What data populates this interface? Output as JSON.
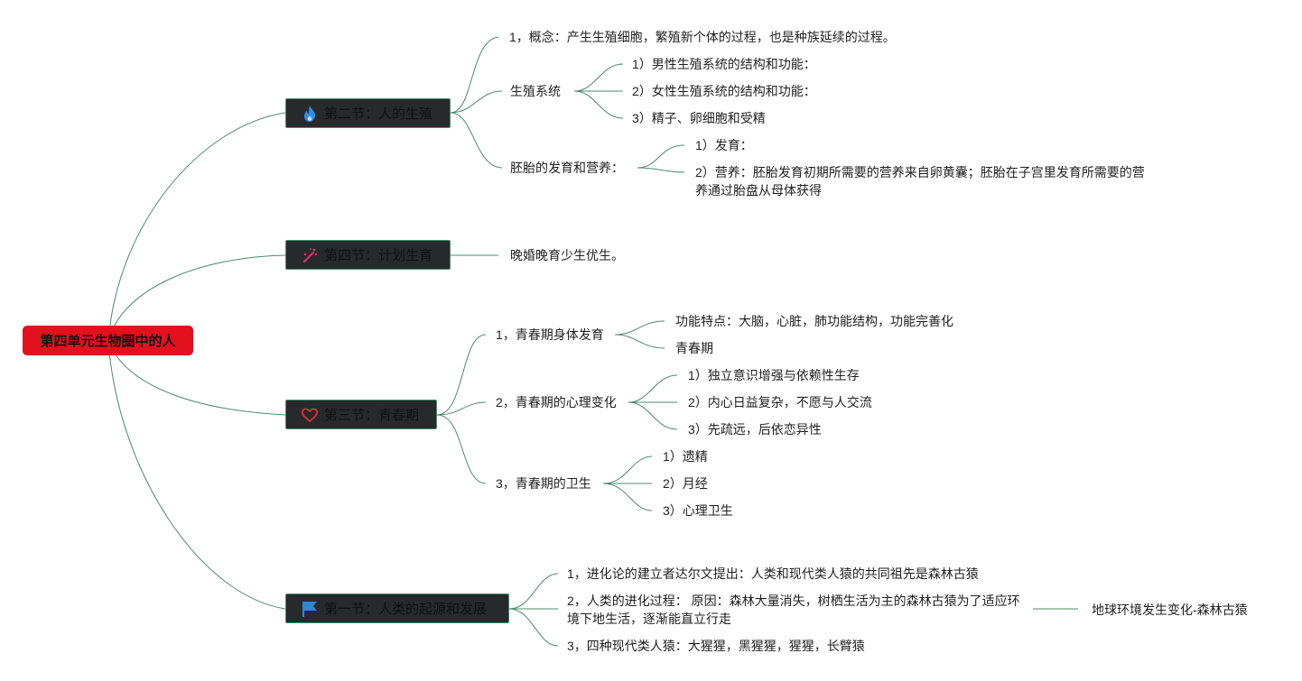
{
  "root": {
    "label": "第四单元生物圈中的人"
  },
  "sections": {
    "s2": {
      "label": "第二节：人的生殖",
      "concept": "1，概念：产生生殖细胞，繁殖新个体的过程，也是种族延续的过程。",
      "system": {
        "label": "生殖系统",
        "items": [
          "1）男性生殖系统的结构和功能：",
          "2）女性生殖系统的结构和功能：",
          "3）精子、卵细胞和受精"
        ]
      },
      "embryo": {
        "label": "胚胎的发育和营养：",
        "items": [
          "1）发育：",
          "2）营养：胚胎发育初期所需要的营养来自卵黄囊；胚胎在子宫里发育所需要的营养通过胎盘从母体获得"
        ]
      }
    },
    "s4": {
      "label": "第四节：计划生育",
      "note": "晚婚晚育少生优生。"
    },
    "s3": {
      "label": "第三节：青春期",
      "body": {
        "label": "1，青春期身体发育",
        "items": [
          "功能特点：大脑，心脏，肺功能结构，功能完善化",
          "青春期"
        ]
      },
      "mind": {
        "label": "2，青春期的心理变化",
        "items": [
          "1）独立意识增强与依赖性生存",
          "2）内心日益复杂，不愿与人交流",
          "3）先疏远，后依恋异性"
        ]
      },
      "hygiene": {
        "label": "3，青春期的卫生",
        "items": [
          "1）遗精",
          "2）月经",
          "3）心理卫生"
        ]
      }
    },
    "s1": {
      "label": "第一节：人类的起源和发展",
      "items": [
        "1，进化论的建立者达尔文提出：人类和现代类人猿的共同祖先是森林古猿",
        "2，人类的进化过程： 原因：森林大量消失，树栖生活为主的森林古猿为了适应环境下地生活，逐渐能直立行走",
        "3，四种现代类人猿：大猩猩，黑猩猩，猩猩，长臂猿"
      ],
      "side_note": "地球环境发生变化-森林古猿"
    }
  },
  "colors": {
    "root": "#e3101d",
    "section_bg": "#262a2b",
    "line": "#4c8a6e",
    "fire": "#2a8fe6",
    "heart": "#e03030",
    "flag": "#2e86de",
    "spark": "#d8336a"
  },
  "icons": {
    "s2": "fire-icon",
    "s4": "sparkle-icon",
    "s3": "heart-icon",
    "s1": "flag-icon"
  }
}
